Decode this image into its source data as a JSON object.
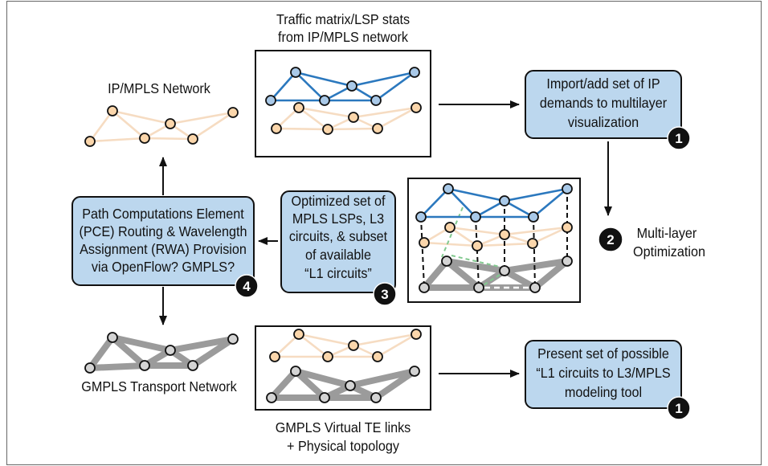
{
  "labels": {
    "traffic_matrix": [
      "Traffic matrix/LSP stats",
      "from IP/MPLS network"
    ],
    "ip_mpls_network": "IP/MPLS Network",
    "multi_layer_optimization": [
      "Multi-layer",
      "Optimization"
    ],
    "gmpls_transport_network": "GMPLS Transport Network",
    "virtual_te_links": [
      "GMPLS Virtual TE links",
      "+ Physical topology"
    ]
  },
  "steps": {
    "import_demands": {
      "lines": [
        "Import/add set of IP",
        "demands to multilayer",
        "visualization"
      ],
      "badge": "1"
    },
    "multi_layer_optimization": {
      "badge": "2"
    },
    "optimized_set": {
      "lines": [
        "Optimized set of",
        "MPLS LSPs, L3",
        "circuits, & subset",
        "of available",
        "“L1 circuits”"
      ],
      "badge": "3"
    },
    "pce_provision": {
      "lines": [
        "Path Computations Element",
        "(PCE) Routing & Wavelength",
        "Assignment (RWA) Provision",
        "via OpenFlow? GMPLS?"
      ],
      "badge": "4"
    },
    "present_circuits": {
      "lines": [
        "Present set of possible",
        "“L1 circuits to L3/MPLS",
        "modeling tool"
      ],
      "badge": "1"
    }
  },
  "colors": {
    "lsp_layer_line": "#2b78be",
    "lsp_layer_node": "#a9c9e8",
    "ip_layer_line": "#f6dcc2",
    "ip_layer_node": "#fbd6ab",
    "transport_line": "#9b9b9b",
    "transport_node": "#d4d4d4",
    "step_box_fill": "#bcd7ee",
    "badge_fill": "#111111",
    "l1_circuit_path": "#82c98f"
  }
}
